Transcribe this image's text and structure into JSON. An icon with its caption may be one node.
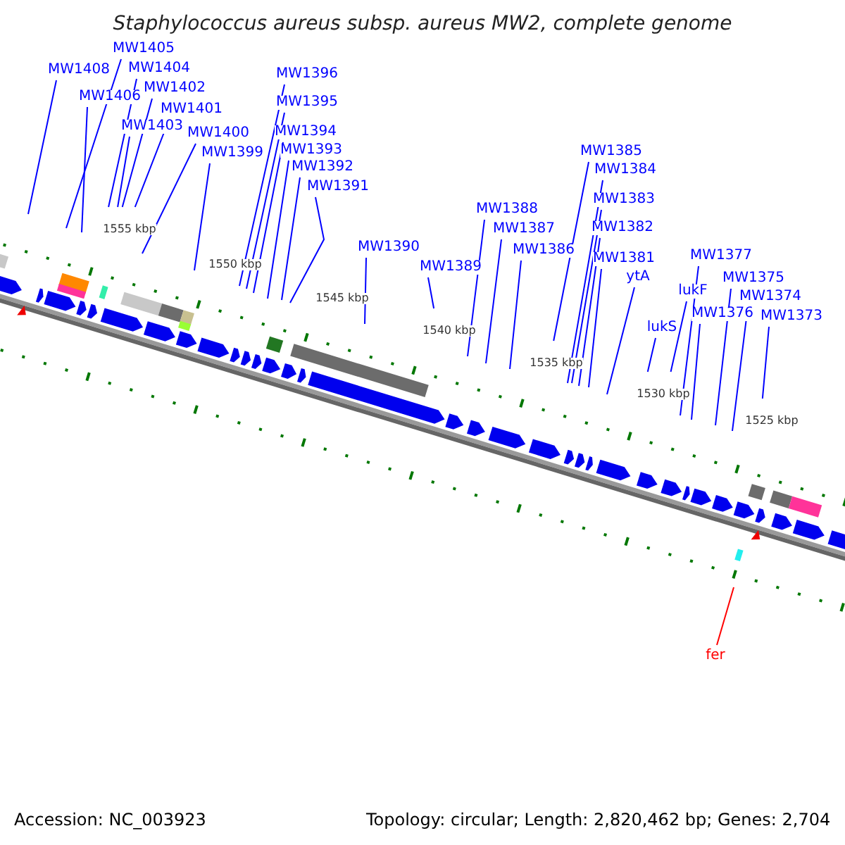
{
  "diagram": {
    "title": "Staphylococcus aureus subsp. aureus MW2, complete genome",
    "nodes": [
      {
        "text": [
          "MW1408"
        ]
      },
      {
        "text": [
          "MW1405"
        ]
      },
      {
        "text": [
          "MW1406"
        ]
      },
      {
        "text": [
          "MW1404"
        ]
      },
      {
        "text": [
          "MW1402"
        ]
      },
      {
        "text": [
          "MW1401"
        ]
      },
      {
        "text": [
          "MW1403"
        ]
      },
      {
        "text": [
          "MW1400"
        ]
      },
      {
        "text": [
          "MW1399"
        ]
      },
      {
        "text": [
          "MW1396"
        ]
      },
      {
        "text": [
          "MW1395"
        ]
      },
      {
        "text": [
          "MW1394"
        ]
      },
      {
        "text": [
          "MW1393"
        ]
      },
      {
        "text": [
          "MW1392"
        ]
      },
      {
        "text": [
          "MW1391"
        ]
      },
      {
        "text": [
          "MW1390"
        ]
      },
      {
        "text": [
          "MW1389"
        ]
      },
      {
        "text": [
          "MW1388"
        ]
      },
      {
        "text": [
          "MW1387"
        ]
      },
      {
        "text": [
          "MW1386"
        ]
      },
      {
        "text": [
          "MW1385"
        ]
      },
      {
        "text": [
          "MW1384"
        ]
      },
      {
        "text": [
          "MW1383"
        ]
      },
      {
        "text": [
          "MW1382"
        ]
      },
      {
        "text": [
          "MW1381"
        ]
      },
      {
        "text": [
          "ytA"
        ]
      },
      {
        "text": [
          "lukS"
        ]
      },
      {
        "text": [
          "lukF"
        ]
      },
      {
        "text": [
          "MW1377"
        ]
      },
      {
        "text": [
          "MW1376"
        ]
      },
      {
        "text": [
          "MW1375"
        ]
      },
      {
        "text": [
          "MW1374"
        ]
      },
      {
        "text": [
          "MW1373"
        ]
      },
      {
        "text": [
          "fer"
        ]
      }
    ],
    "edges": [
      {
        "from": 0,
        "to": null,
        "arrow": "none"
      },
      {
        "from": 1,
        "to": null,
        "arrow": "none"
      },
      {
        "from": 2,
        "to": null,
        "arrow": "none"
      },
      {
        "from": 3,
        "to": null,
        "arrow": "none"
      },
      {
        "from": 4,
        "to": null,
        "arrow": "none"
      },
      {
        "from": 5,
        "to": null,
        "arrow": "none"
      },
      {
        "from": 6,
        "to": null,
        "arrow": "none"
      },
      {
        "from": 7,
        "to": null,
        "arrow": "none"
      },
      {
        "from": 8,
        "to": null,
        "arrow": "none"
      },
      {
        "from": 9,
        "to": null,
        "arrow": "none"
      },
      {
        "from": 10,
        "to": null,
        "arrow": "none"
      },
      {
        "from": 11,
        "to": null,
        "arrow": "none"
      },
      {
        "from": 12,
        "to": null,
        "arrow": "none"
      },
      {
        "from": 13,
        "to": null,
        "arrow": "none"
      },
      {
        "from": 14,
        "to": null,
        "arrow": "none"
      },
      {
        "from": 15,
        "to": null,
        "arrow": "none"
      },
      {
        "from": 16,
        "to": null,
        "arrow": "none"
      },
      {
        "from": 17,
        "to": null,
        "arrow": "none"
      },
      {
        "from": 18,
        "to": null,
        "arrow": "none"
      },
      {
        "from": 19,
        "to": null,
        "arrow": "none"
      },
      {
        "from": 20,
        "to": null,
        "arrow": "none"
      },
      {
        "from": 21,
        "to": null,
        "arrow": "none"
      },
      {
        "from": 22,
        "to": null,
        "arrow": "none"
      },
      {
        "from": 23,
        "to": null,
        "arrow": "none"
      },
      {
        "from": 24,
        "to": null,
        "arrow": "none"
      },
      {
        "from": 25,
        "to": null,
        "arrow": "none"
      },
      {
        "from": 26,
        "to": null,
        "arrow": "none"
      },
      {
        "from": 27,
        "to": null,
        "arrow": "none"
      },
      {
        "from": 28,
        "to": null,
        "arrow": "none"
      },
      {
        "from": 29,
        "to": null,
        "arrow": "none"
      },
      {
        "from": 30,
        "to": null,
        "arrow": "none"
      },
      {
        "from": 31,
        "to": null,
        "arrow": "none"
      },
      {
        "from": 32,
        "to": null,
        "arrow": "none"
      },
      {
        "from": 33,
        "to": null,
        "arrow": "none",
        "color": "#ff0000"
      }
    ],
    "labels": [
      "1555 kbp",
      "1550 kbp",
      "1545 kbp",
      "1540 kbp",
      "1535 kbp",
      "1530 kbp",
      "1525 kbp",
      "Accession: NC_003923",
      "Topology: circular; Length: 2,820,462 bp; Genes: 2,704"
    ]
  }
}
